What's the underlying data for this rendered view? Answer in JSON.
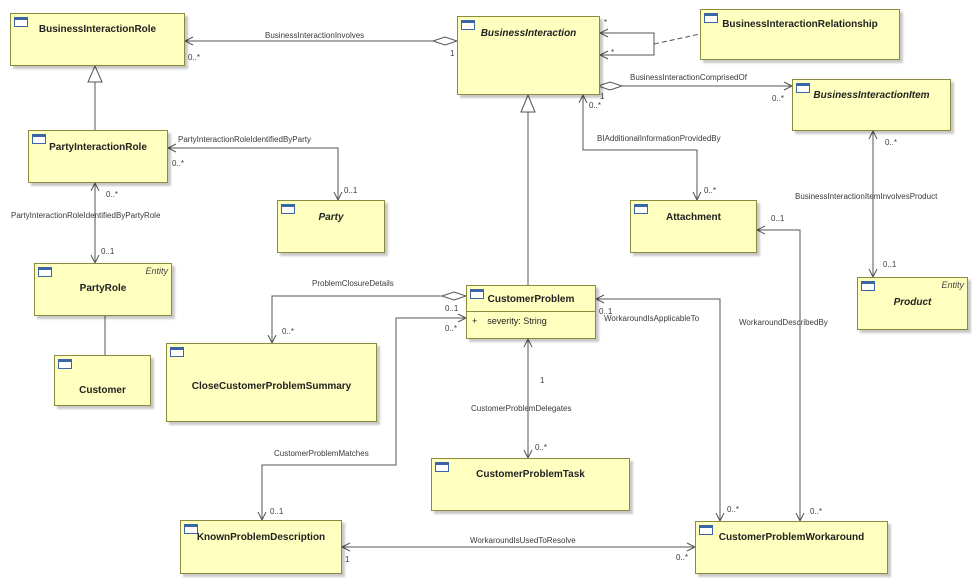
{
  "classes": {
    "business_interaction_role": {
      "name": "BusinessInteractionRole"
    },
    "business_interaction": {
      "name": "BusinessInteraction"
    },
    "business_interaction_relationship": {
      "name": "BusinessInteractionRelationship"
    },
    "business_interaction_item": {
      "name": "BusinessInteractionItem"
    },
    "party_interaction_role": {
      "name": "PartyInteractionRole"
    },
    "party": {
      "name": "Party"
    },
    "party_role": {
      "name": "PartyRole",
      "stereotype": "Entity"
    },
    "attachment": {
      "name": "Attachment"
    },
    "product": {
      "name": "Product",
      "stereotype": "Entity"
    },
    "customer_problem": {
      "name": "CustomerProblem",
      "attribute": "+    severity: String"
    },
    "customer": {
      "name": "Customer"
    },
    "close_customer_problem_summary": {
      "name": "CloseCustomerProblemSummary"
    },
    "customer_problem_task": {
      "name": "CustomerProblemTask"
    },
    "known_problem_description": {
      "name": "KnownProblemDescription"
    },
    "customer_problem_workaround": {
      "name": "CustomerProblemWorkaround"
    }
  },
  "associations": {
    "business_interaction_involves": "BusinessInteractionInvolves",
    "business_interaction_comprised_of": "BusinessInteractionComprisedOf",
    "party_interaction_role_identified_by_party": "PartyInteractionRoleIdentifiedByParty",
    "party_interaction_role_identified_by_party_role": "PartyInteractionRoleIdentifiedByPartyRole",
    "bi_additional_information_provided_by": "BIAdditionalInformationProvidedBy",
    "business_interaction_item_involves_product": "BusinessInteractionItemInvolvesProduct",
    "problem_closure_details": "ProblemClosureDetails",
    "workaround_is_applicable_to": "WorkaroundIsApplicableTo",
    "workaround_described_by": "WorkaroundDescribedBy",
    "customer_problem_delegates": "CustomerProblemDelegates",
    "customer_problem_matches": "CustomerProblemMatches",
    "workaround_is_used_to_resolve": "WorkaroundIsUsedToResolve"
  },
  "multiplicities": {
    "m_0_many": "0..*",
    "m_0_1": "0..1",
    "m_1": "1",
    "m_many": "*"
  }
}
